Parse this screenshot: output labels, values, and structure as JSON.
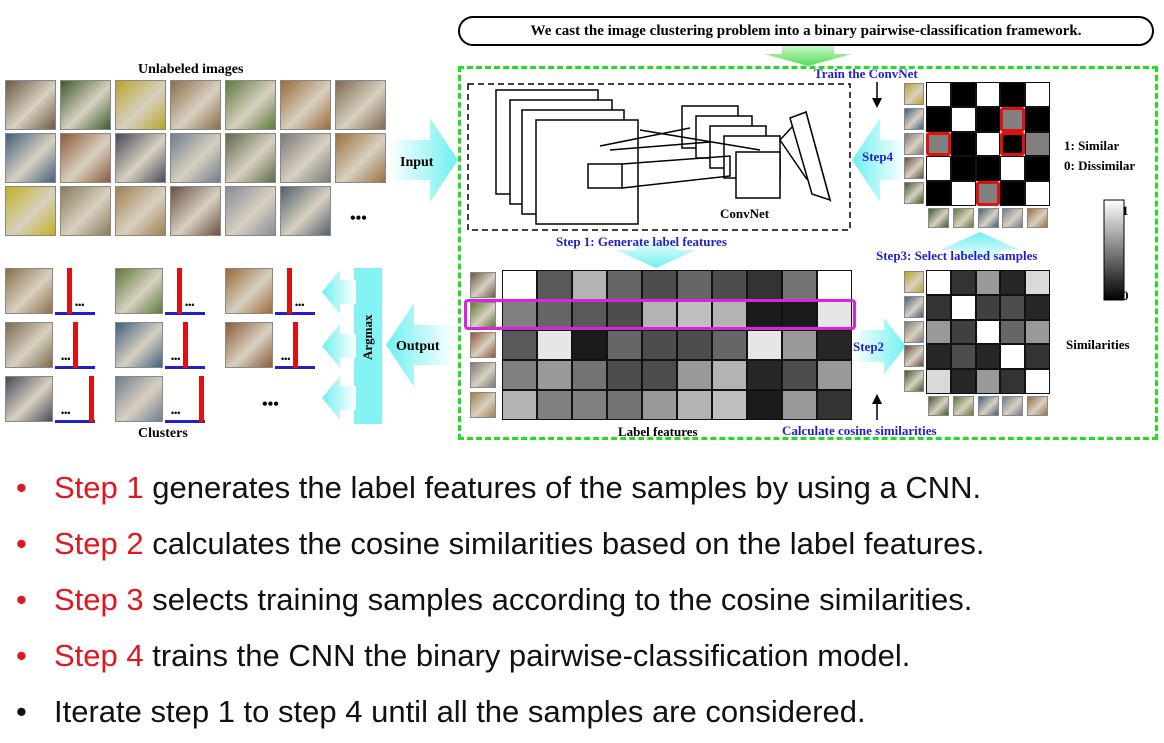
{
  "banner_text": "We cast the image clustering problem into a binary pairwise-classification framework.",
  "labels": {
    "unlabeled_images": "Unlabeled images",
    "input": "Input",
    "output": "Output",
    "argmax": "Argmax",
    "clusters": "Clusters",
    "ellipsis": "•••",
    "convnet": "ConvNet",
    "train_convnet": "Train the ConvNet",
    "step1": "Step 1: Generate label features",
    "step2": "Step2",
    "step3": "Step3: Select labeled samples",
    "step4": "Step4",
    "label_features": "Label features",
    "calc_cosine": "Calculate cosine similarities",
    "similar": "1: Similar",
    "dissimilar": "0: Dissimilar",
    "similarities": "Similarities",
    "colorbar_max": "1",
    "colorbar_min": "0"
  },
  "label_features_grid": [
    [
      1.0,
      0.35,
      0.7,
      0.4,
      0.3,
      0.4,
      0.3,
      0.2,
      0.45,
      1.0
    ],
    [
      0.5,
      0.4,
      0.35,
      0.3,
      0.7,
      0.75,
      0.7,
      0.1,
      0.1,
      0.9
    ],
    [
      0.35,
      0.9,
      0.1,
      0.4,
      0.3,
      0.3,
      0.4,
      0.9,
      0.6,
      0.15
    ],
    [
      0.5,
      0.6,
      0.45,
      0.3,
      0.3,
      0.6,
      0.7,
      0.15,
      0.3,
      0.6
    ],
    [
      0.7,
      0.5,
      0.5,
      0.45,
      0.6,
      0.7,
      0.75,
      0.1,
      0.6,
      0.2
    ]
  ],
  "binary_matrix": [
    [
      1,
      0,
      1,
      0,
      1
    ],
    [
      0,
      1,
      0,
      0.5,
      0
    ],
    [
      0.5,
      0,
      1,
      0,
      0.5
    ],
    [
      1,
      0,
      0,
      1,
      0
    ],
    [
      0,
      1,
      0.5,
      0,
      1
    ]
  ],
  "similarity_matrix": [
    [
      1.0,
      0.2,
      0.6,
      0.15,
      0.85
    ],
    [
      0.2,
      1.0,
      0.25,
      0.3,
      0.15
    ],
    [
      0.6,
      0.25,
      1.0,
      0.4,
      0.6
    ],
    [
      0.15,
      0.3,
      0.15,
      1.0,
      0.2
    ],
    [
      0.85,
      0.15,
      0.6,
      0.2,
      1.0
    ]
  ],
  "bullets": [
    {
      "step": "Step 1",
      "text": " generates the label features of the samples by using a CNN."
    },
    {
      "step": "Step 2",
      "text": " calculates the cosine similarities based on the label features."
    },
    {
      "step": "Step 3",
      "text": " selects training samples according to the cosine similarities."
    },
    {
      "step": "Step 4",
      "text": " trains the CNN the binary pairwise-classification model."
    },
    {
      "step": "",
      "text": "Iterate step 1 to step 4 until all the samples are considered."
    }
  ],
  "colors": {
    "green_dashed": "#22dd22",
    "blue_label": "#1f1fd0",
    "red_step": "#e0181d",
    "magenta_highlight": "#e020e0",
    "arrow_cyan": "#7ff3f3",
    "red_bar": "#e01010"
  }
}
